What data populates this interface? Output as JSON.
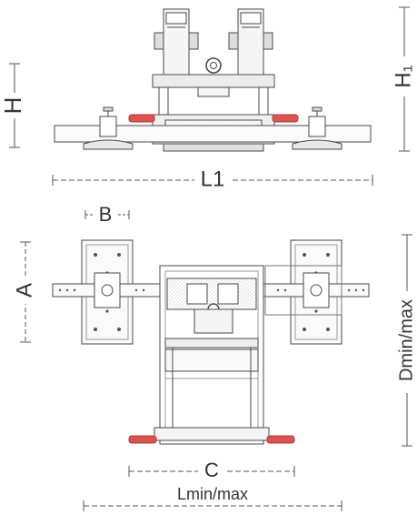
{
  "labels": {
    "H": "H",
    "H1": "H₁",
    "L1": "L1",
    "B": "B",
    "A": "A",
    "C": "C",
    "Dminmax": "Dmin/max",
    "Lminmax": "Lmin/max"
  },
  "colors": {
    "line": "#4a4a4a",
    "frame": "#6a6a6a",
    "fill": "#f2f2f2",
    "accent": "#d9534f",
    "dim": "#555555",
    "text": "#333333"
  }
}
